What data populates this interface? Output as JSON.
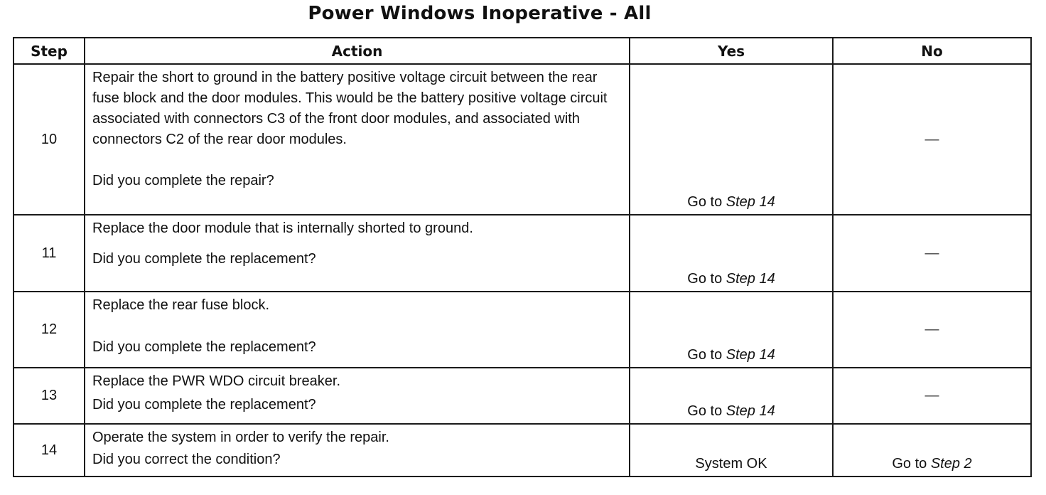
{
  "title": "Power Windows Inoperative - All",
  "headers": {
    "step": "Step",
    "action": "Action",
    "yes": "Yes",
    "no": "No"
  },
  "rows": [
    {
      "step": "10",
      "action": "Repair the short to ground in the battery positive voltage circuit between the rear fuse block and the door modules. This would be the battery positive voltage circuit associated with connectors C3 of the front door modules, and associated with connectors C2 of the rear door modules.",
      "question": "Did you complete the repair?",
      "yes_prefix": "Go to ",
      "yes_ref": "Step 14",
      "no_prefix": "—",
      "no_ref": ""
    },
    {
      "step": "11",
      "action": "Replace the door module that is internally shorted to ground.",
      "question": "Did you complete the replacement?",
      "yes_prefix": "Go to ",
      "yes_ref": "Step 14",
      "no_prefix": "—",
      "no_ref": ""
    },
    {
      "step": "12",
      "action": "Replace the rear fuse block.",
      "question": "Did you complete the replacement?",
      "yes_prefix": "Go to ",
      "yes_ref": "Step 14",
      "no_prefix": "—",
      "no_ref": ""
    },
    {
      "step": "13",
      "action": "Replace the PWR WDO circuit breaker.",
      "question": "Did you complete the replacement?",
      "yes_prefix": "Go to ",
      "yes_ref": "Step 14",
      "no_prefix": "—",
      "no_ref": ""
    },
    {
      "step": "14",
      "action": "Operate the system in order to verify the repair.",
      "question": "Did you correct the condition?",
      "yes_prefix": "System OK",
      "yes_ref": "",
      "no_prefix": "Go to ",
      "no_ref": "Step 2"
    }
  ]
}
